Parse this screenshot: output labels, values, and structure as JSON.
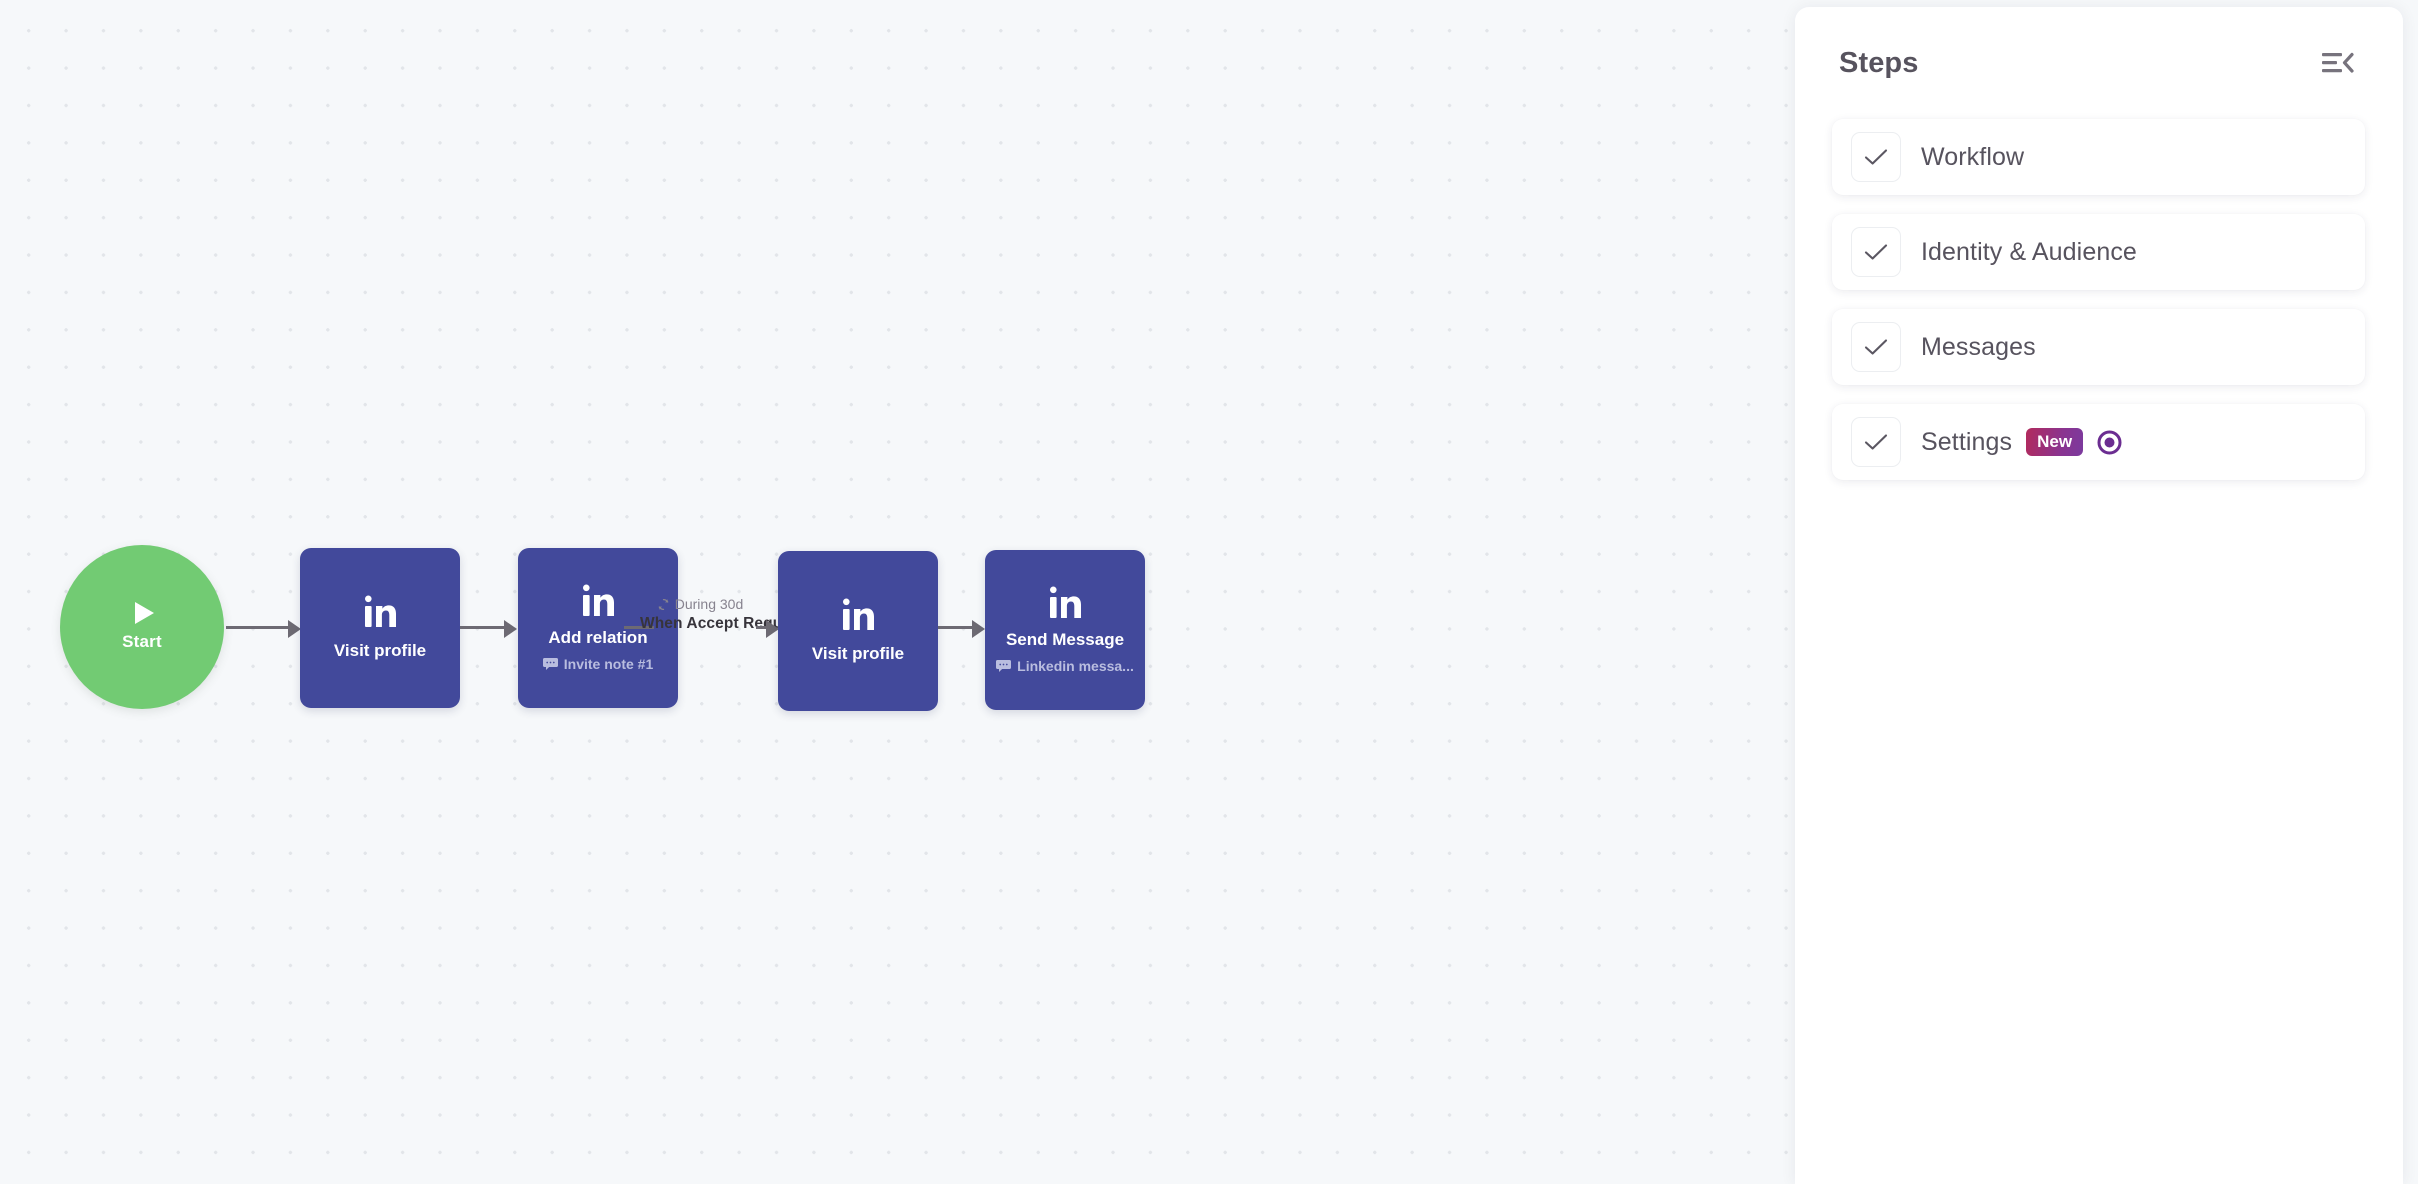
{
  "canvas": {
    "grid": "dotted",
    "background_color": "#f6f8fa",
    "dot_color": "#e2e5e9"
  },
  "flow": {
    "start_node": {
      "label": "Start",
      "icon": "play-icon",
      "color": "#72cb73"
    },
    "node_color": "#42499b",
    "nodes": [
      {
        "provider_icon": "linkedin-icon",
        "title": "Visit profile",
        "subtitle": "",
        "subtitle_icon": ""
      },
      {
        "provider_icon": "linkedin-icon",
        "title": "Add relation",
        "subtitle": "Invite note #1",
        "subtitle_icon": "chat-bubble-icon"
      },
      {
        "provider_icon": "linkedin-icon",
        "title": "Visit profile",
        "subtitle": "",
        "subtitle_icon": ""
      },
      {
        "provider_icon": "linkedin-icon",
        "title": "Send Message",
        "subtitle": "Linkedin messa...",
        "subtitle_icon": "chat-bubble-icon"
      }
    ],
    "edge_label": {
      "condition_icon": "refresh-icon",
      "duration": "During 30d",
      "trigger": "When Accept Request"
    }
  },
  "panel": {
    "title": "Steps",
    "collapse_icon": "collapse-panel-icon",
    "steps": [
      {
        "label": "Workflow",
        "checked": true,
        "badge": "",
        "indicator": ""
      },
      {
        "label": "Identity & Audience",
        "checked": true,
        "badge": "",
        "indicator": ""
      },
      {
        "label": "Messages",
        "checked": true,
        "badge": "",
        "indicator": ""
      },
      {
        "label": "Settings",
        "checked": true,
        "badge": "New",
        "indicator": "record-icon"
      }
    ],
    "badge_gradient_from": "#b22a5c",
    "badge_gradient_to": "#7b3a9e",
    "indicator_color": "#6b2d91"
  }
}
